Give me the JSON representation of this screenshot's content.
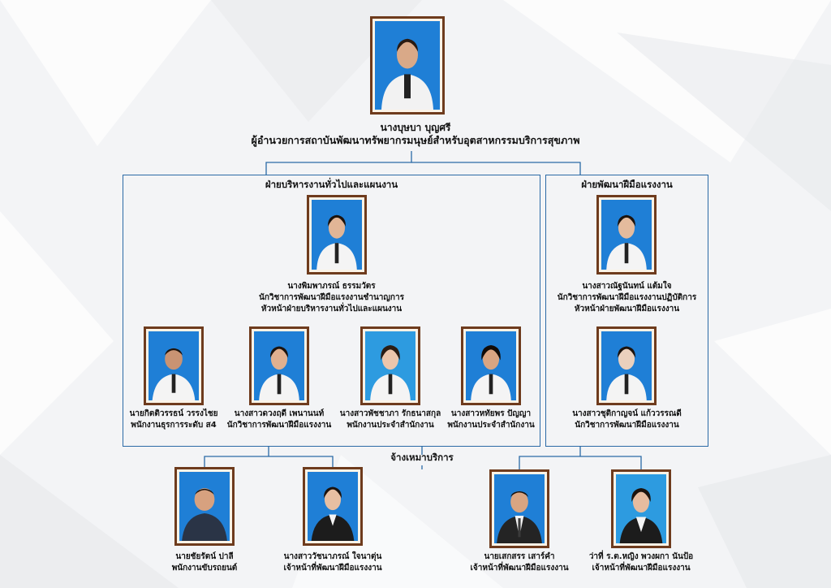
{
  "director": {
    "name": "นางบุษบา บุญศรี",
    "position": "ผู้อำนวยการสถาบันพัฒนาทรัพยากรมนุษย์สำหรับอุตสาหกรรมบริการสุขภาพ"
  },
  "admin": {
    "title": "ฝ่ายบริหารงานทั่วไปและแผนงาน",
    "head": {
      "name": "นางพิมพาภรณ์ ธรรมวัตร",
      "position1": "นักวิชาการพัฒนาฝีมือแรงงานชำนาญการ",
      "position2": "หัวหน้าฝ่ายบริหารงานทั่วไปและแผนงาน"
    },
    "staff": [
      {
        "name": "นายกิตติวรรธน์ วรรงไชย",
        "position": "พนักงานธุรการระดับ ส4"
      },
      {
        "name": "นางสาวดวงฤดี เพนานนท์",
        "position": "นักวิชาการพัฒนาฝีมือแรงงาน"
      },
      {
        "name": "นางสาวพัชชาภา รักธนาสกุล",
        "position": "พนักงานประจำสำนักงาน"
      },
      {
        "name": "นางสาวหทัยพร ปัญญา",
        "position": "พนักงานประจำสำนักงาน"
      }
    ]
  },
  "skill": {
    "title": "ฝ่ายพัฒนาฝีมือแรงงาน",
    "head": {
      "name": "นางสาวณัฐนันทน์ แต้มใจ",
      "position1": "นักวิชาการพัฒนาฝีมือแรงงานปฏิบัติการ",
      "position2": "หัวหน้าฝ่ายพัฒนาฝีมือแรงงาน"
    },
    "staff": [
      {
        "name": "นางสาวชุติกาญจน์ แก้ววรรณดี",
        "position": "นักวิชาการพัฒนาฝีมือแรงงาน"
      }
    ]
  },
  "contract": {
    "title": "จ้างเหมาบริการ",
    "staff": [
      {
        "name": "นายชัยรัตน์ ปาลี",
        "position": "พนักงานขับรถยนต์"
      },
      {
        "name": "นางสาววัชนาภรณ์ ใจนาตุ่น",
        "position": "เจ้าหน้าที่พัฒนาฝีมือแรงงาน"
      },
      {
        "name": "นายเสกสรร เสาร์คำ",
        "position": "เจ้าหน้าที่พัฒนาฝีมือแรงงาน"
      },
      {
        "name": "ว่าที่ ร.ต.หญิง พวงผกา นันป้อ",
        "position": "เจ้าหน้าที่พัฒนาฝีมือแรงงาน"
      }
    ]
  },
  "colors": {
    "connector": "#2b6aa6",
    "frame": "#6e3b1d",
    "photo_bg": "#1f7fd6"
  }
}
